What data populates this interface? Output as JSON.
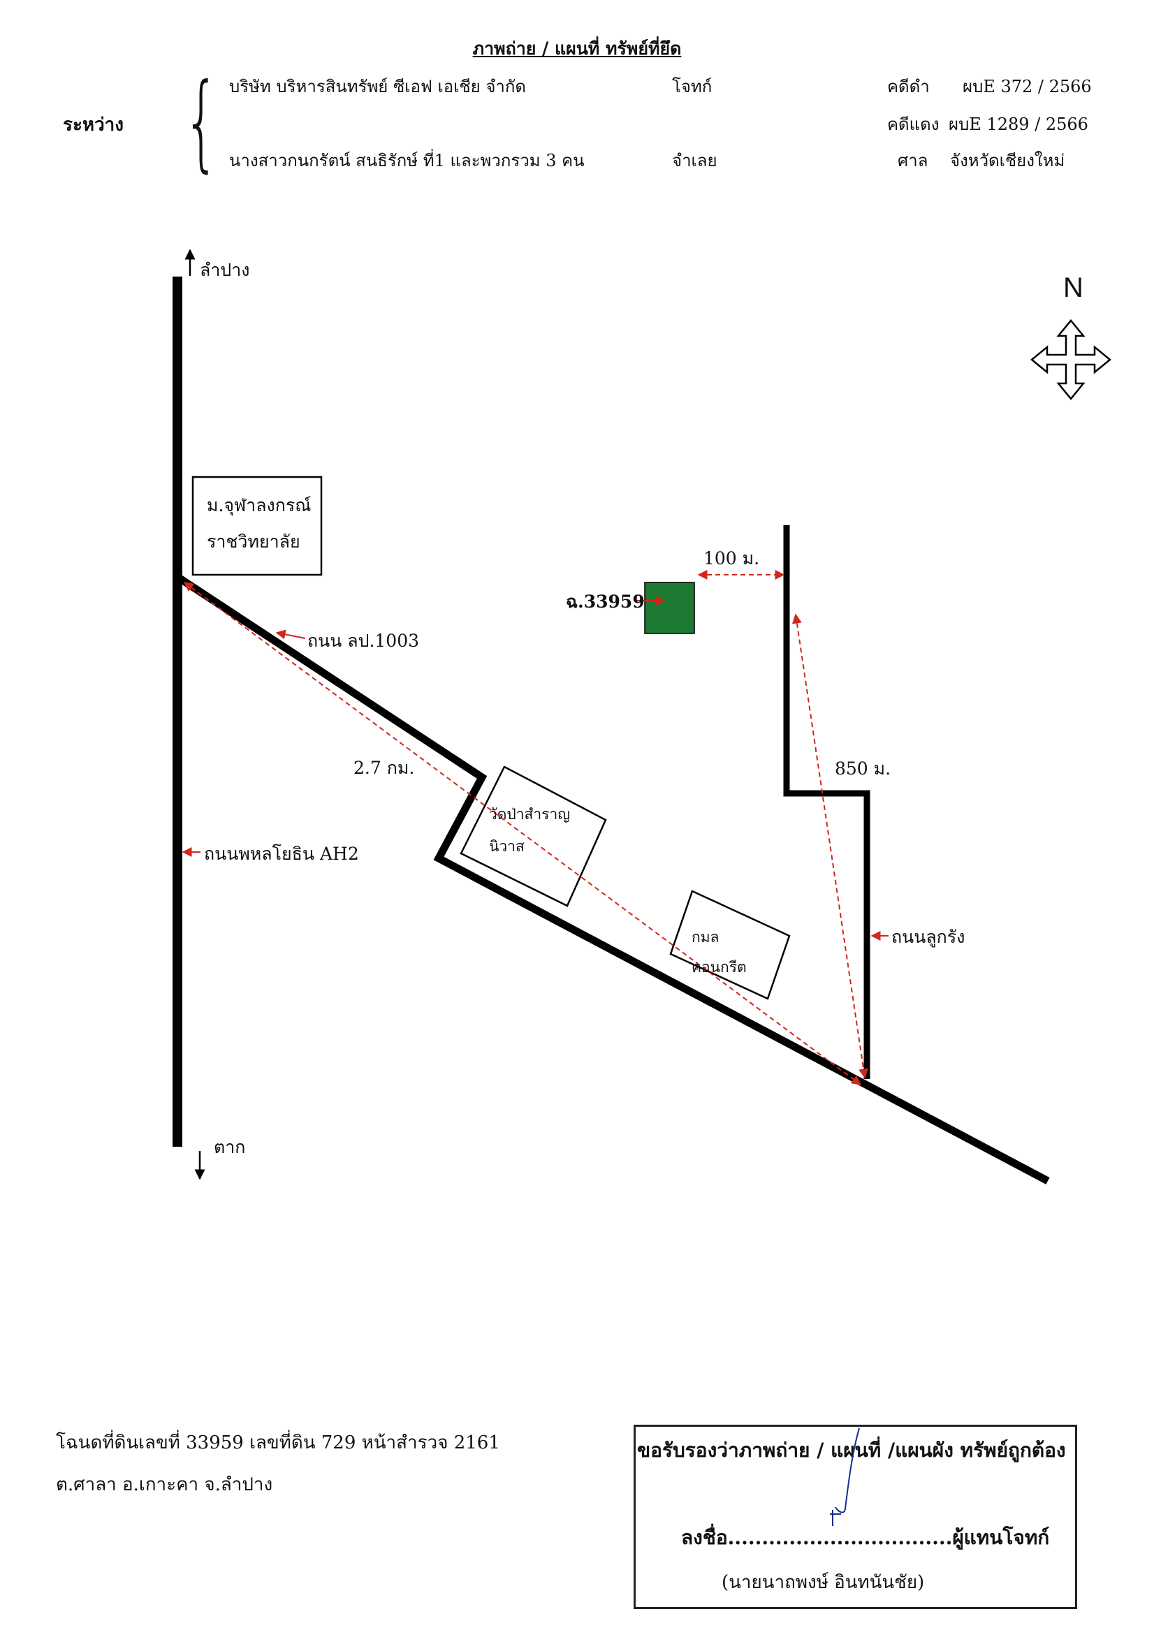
{
  "header": {
    "title": "ภาพถ่าย / แผนที่ ทรัพย์ที่ยึด",
    "between_label": "ระหว่าง",
    "plaintiff_name": "บริษัท บริหารสินทรัพย์ ซีเอฟ เอเชีย จำกัด",
    "plaintiff_role": "โจทก์",
    "defendant_name": "นางสาวกนกรัตน์ สนธิรักษ์ ที่1 และพวกรวม 3 คน",
    "defendant_role": "จำเลย",
    "black_case_label": "คดีดำ",
    "black_case_no": "ผบE 372 / 2566",
    "red_case_label": "คดีแดง",
    "red_case_no": "ผบE 1289 / 2566",
    "court_label": "ศาล",
    "court_name": "จังหวัดเชียงใหม่"
  },
  "map": {
    "north_label": "N",
    "up_direction": "ลำปาง",
    "down_direction": "ตาก",
    "university_line1": "ม.จุฬาลงกรณ์",
    "university_line2": "ราชวิทยาลัย",
    "road_lp1003": "ถนน ลป.1003",
    "road_phahonyothin": "ถนนพหลโยธิน AH2",
    "road_lukrang": "ถนนลูกรัง",
    "distance_main": "2.7 กม.",
    "distance_100": "100 ม.",
    "distance_850": "850 ม.",
    "temple_line1": "วัดป่าสำราญ",
    "temple_line2": "นิวาส",
    "concrete_line1": "กมล",
    "concrete_line2": "คอนกรีต",
    "parcel_label": "ฉ.33959",
    "parcel_color": "#1e7a32",
    "road_color": "#000000",
    "dim_color": "#d0261c"
  },
  "footer": {
    "deed_line": "โฉนดที่ดินเลขที่ 33959 เลขที่ดิน 729  หน้าสำรวจ 2161",
    "location_line": "ต.ศาลา อ.เกาะคา จ.ลำปาง",
    "certify_text": "ขอรับรองว่าภาพถ่าย / แผนที่ /แผนผัง ทรัพย์ถูกต้อง",
    "sign_line": "ลงชื่อ.................................ผู้แทนโจทก์",
    "signer_name": "(นายนาถพงษ์ อินทนันชัย)"
  }
}
